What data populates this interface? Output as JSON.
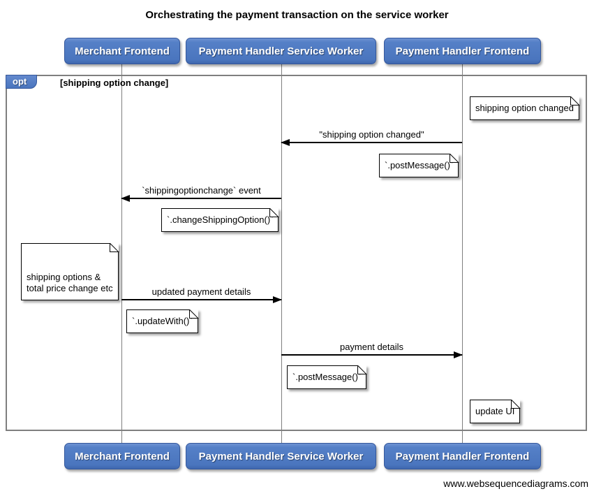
{
  "title": "Orchestrating the payment transaction on the service worker",
  "frame": {
    "operator": "opt",
    "condition": "[shipping option change]"
  },
  "actors": [
    {
      "label": "Merchant Frontend"
    },
    {
      "label": "Payment Handler Service Worker"
    },
    {
      "label": "Payment Handler Frontend"
    }
  ],
  "messages": [
    {
      "label": "\"shipping option changed\"",
      "from": "Payment Handler Frontend",
      "to": "Payment Handler Service Worker",
      "direction": "left"
    },
    {
      "label": "`shippingoptionchange` event",
      "from": "Payment Handler Service Worker",
      "to": "Merchant Frontend",
      "direction": "left"
    },
    {
      "label": "updated payment details",
      "from": "Merchant Frontend",
      "to": "Payment Handler Service Worker",
      "direction": "right"
    },
    {
      "label": "payment details",
      "from": "Payment Handler Service Worker",
      "to": "Payment Handler Frontend",
      "direction": "right"
    }
  ],
  "notes": [
    {
      "text": "shipping option changed"
    },
    {
      "text": "`.postMessage()`"
    },
    {
      "text": "`.changeShippingOption()`"
    },
    {
      "text": "shipping options &\ntotal price change etc"
    },
    {
      "text": "`.updateWith()`"
    },
    {
      "text": "`.postMessage()`"
    },
    {
      "text": "update UI"
    }
  ],
  "footer": "www.websequencediagrams.com",
  "colors": {
    "actor_blue": "#4d79c2",
    "actor_border": "#35589c",
    "frame_gray": "#7f7f7f",
    "lifeline_gray": "#7f7f7f",
    "arrow_black": "#000000",
    "note_bg": "#ffffff"
  }
}
